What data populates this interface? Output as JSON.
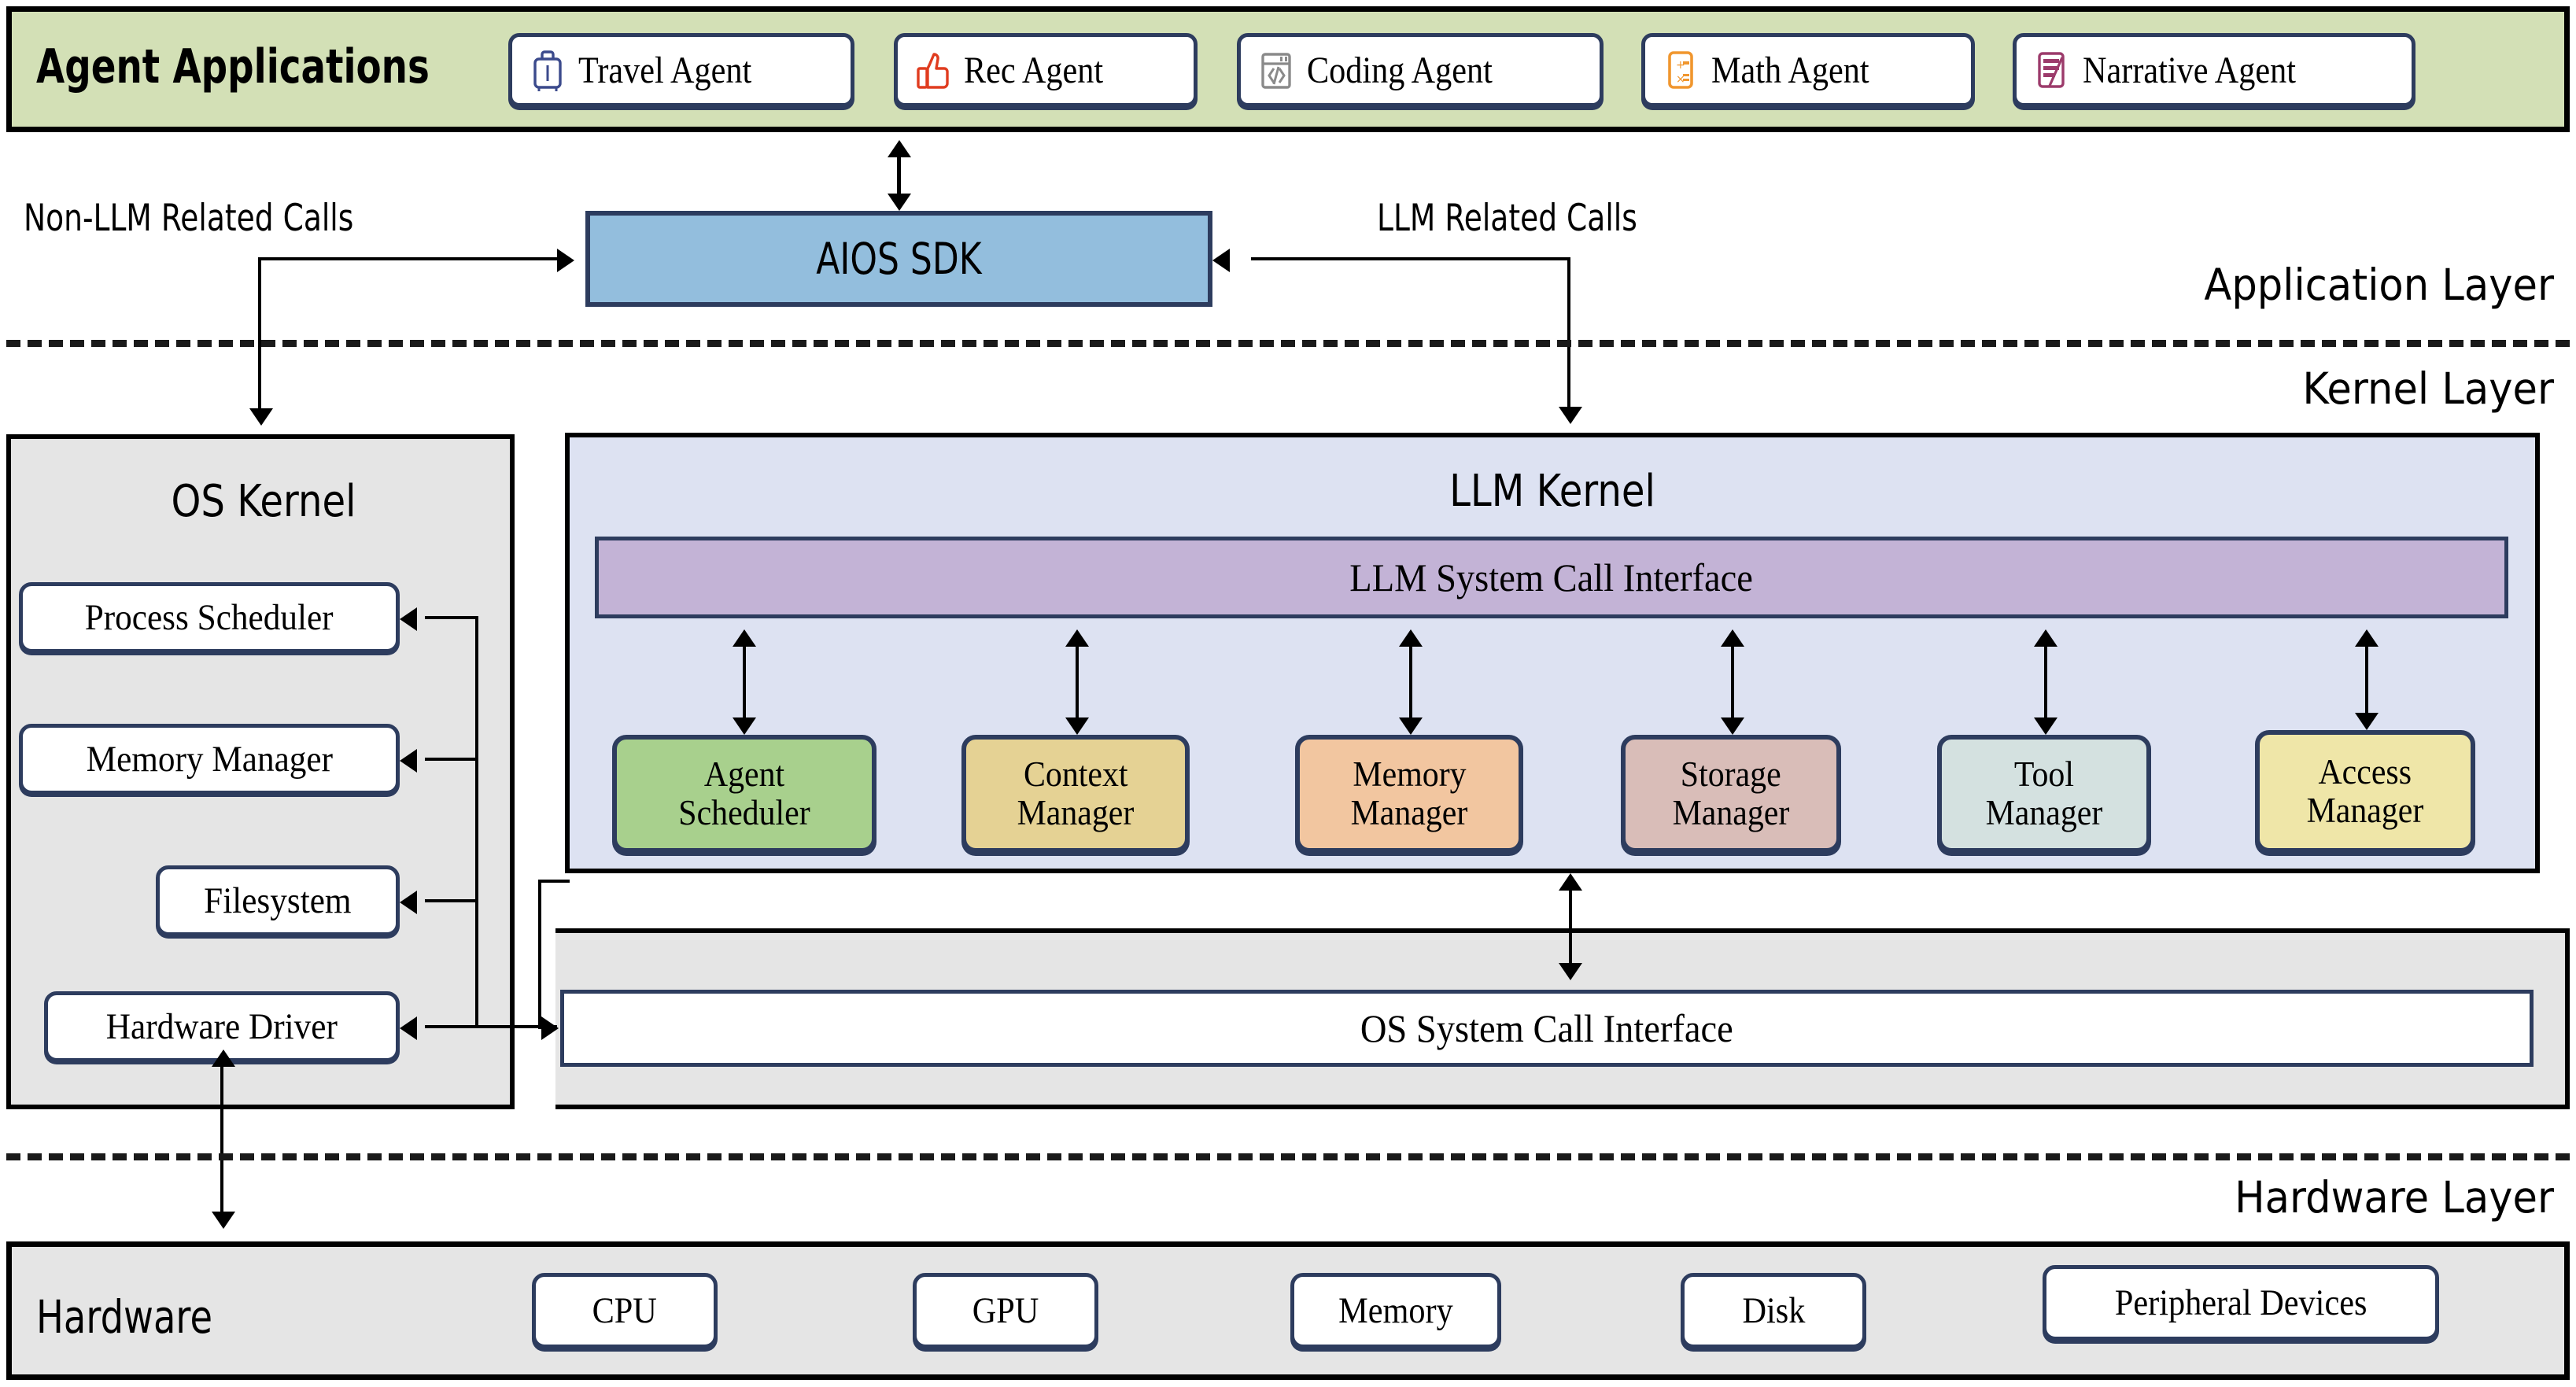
{
  "application_layer": {
    "band_title": "Agent Applications",
    "band_color": "#d3e0b6",
    "agents": [
      {
        "label": "Travel Agent",
        "icon": "suitcase-icon",
        "icon_color": "#3b4a8c"
      },
      {
        "label": "Rec Agent",
        "icon": "thumbs-up-icon",
        "icon_color": "#e03c1f"
      },
      {
        "label": "Coding Agent",
        "icon": "code-window-icon",
        "icon_color": "#8a8a8a"
      },
      {
        "label": "Math Agent",
        "icon": "calculator-icon",
        "icon_color": "#f0962e"
      },
      {
        "label": "Narrative Agent",
        "icon": "notepad-pencil-icon",
        "icon_color": "#9c3b6b"
      }
    ],
    "sdk": {
      "label": "AIOS SDK",
      "color": "#93bedd"
    },
    "left_call_label": "Non-LLM Related Calls",
    "right_call_label": "LLM Related Calls",
    "layer_label": "Application Layer"
  },
  "kernel_layer": {
    "layer_label": "Kernel Layer",
    "os_kernel": {
      "title": "OS Kernel",
      "color": "#e5e5e5",
      "modules": [
        "Process Scheduler",
        "Memory Manager",
        "Filesystem",
        "Hardware Driver"
      ]
    },
    "llm_kernel": {
      "title": "LLM Kernel",
      "color": "#dde2f2",
      "syscall_interface": {
        "label": "LLM System Call Interface",
        "color": "#c3b3d6"
      },
      "managers": [
        {
          "line1": "Agent",
          "line2": "Scheduler",
          "color": "#a8d08d"
        },
        {
          "line1": "Context",
          "line2": "Manager",
          "color": "#e5d294"
        },
        {
          "line1": "Memory",
          "line2": "Manager",
          "color": "#f2c6a0"
        },
        {
          "line1": "Storage",
          "line2": "Manager",
          "color": "#d9bdb8"
        },
        {
          "line1": "Tool",
          "line2": "Manager",
          "color": "#d4e1e0"
        },
        {
          "line1": "Access",
          "line2": "Manager",
          "color": "#efe6a8"
        }
      ]
    },
    "os_syscall_interface": {
      "label": "OS System Call Interface"
    }
  },
  "hardware_layer": {
    "layer_label": "Hardware Layer",
    "band_title": "Hardware",
    "band_color": "#e5e5e5",
    "devices": [
      "CPU",
      "GPU",
      "Memory",
      "Disk",
      "Peripheral Devices"
    ]
  }
}
